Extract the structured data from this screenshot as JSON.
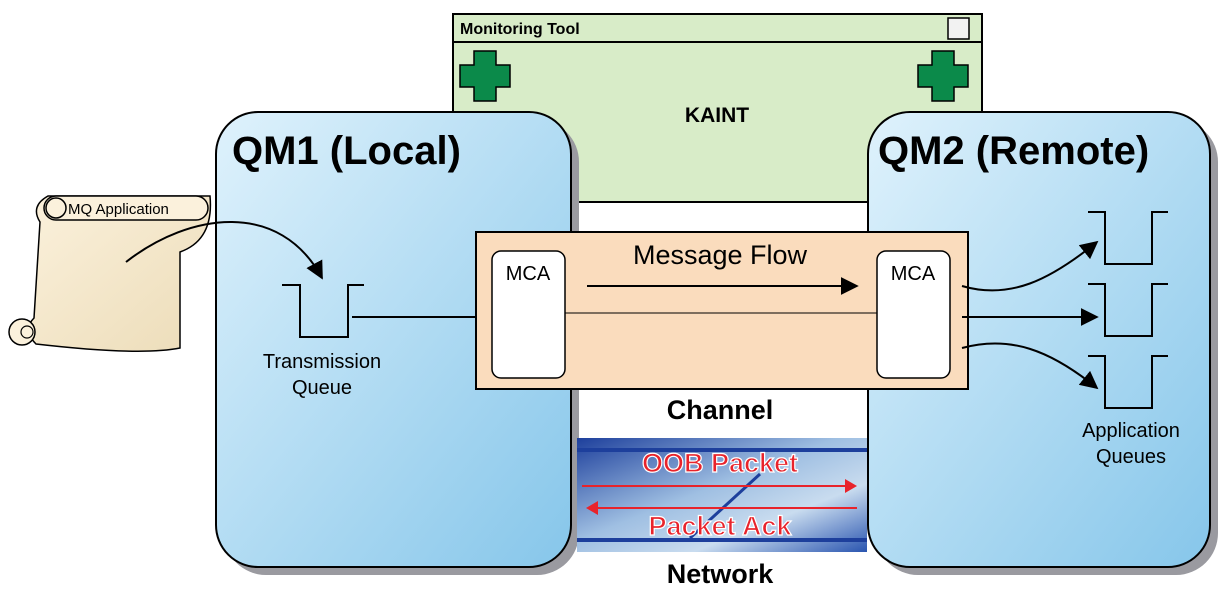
{
  "monitoring_tool": {
    "title": "Monitoring Tool",
    "agent_name": "KAINT",
    "icon_left": "green-cross-icon",
    "icon_right": "green-cross-icon",
    "icon_window": "window-box-icon"
  },
  "qm1": {
    "title": "QM1 (Local)"
  },
  "qm2": {
    "title": "QM2 (Remote)"
  },
  "application": {
    "label": "MQ Application"
  },
  "transmission_queue": {
    "line1": "Transmission",
    "line2": "Queue"
  },
  "channel": {
    "label": "Channel",
    "flow_label": "Message Flow",
    "mca_left": "MCA",
    "mca_right": "MCA"
  },
  "network": {
    "label": "Network",
    "oob_packet": "OOB Packet",
    "packet_ack": "Packet Ack"
  },
  "application_queues": {
    "line1": "Application",
    "line2": "Queues"
  },
  "colors": {
    "monitor_fill": "#d8ecc8",
    "qm_fill_light": "#d4ecfa",
    "qm_fill_dark": "#8fcbed",
    "channel_fill": "#fadcbd",
    "network_text": "#e8232b",
    "cross_green": "#0b8a4a"
  }
}
